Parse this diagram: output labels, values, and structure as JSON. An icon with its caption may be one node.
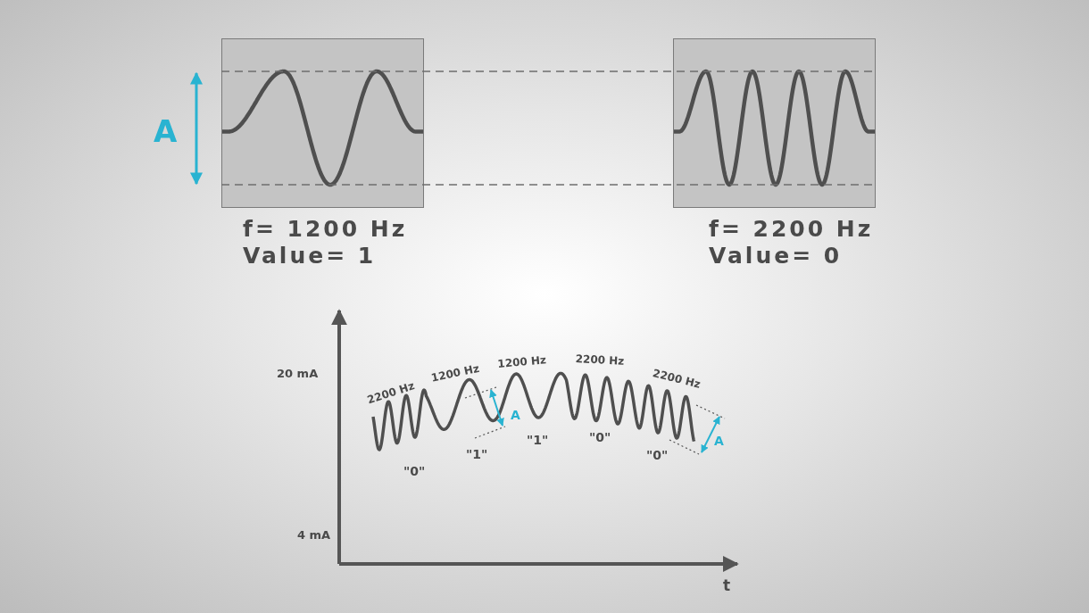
{
  "diagram": {
    "nodes": [
      {
        "text": [
          "f= 1200 Hz",
          "Value= 1"
        ]
      },
      {
        "text": [
          "f= 2200 Hz",
          "Value= 0"
        ]
      }
    ],
    "edges": [],
    "labels": [
      "A",
      "20 mA",
      "2200 Hz",
      "1200 Hz",
      "1200 Hz",
      "2200 Hz",
      "2200 Hz",
      "A",
      "A",
      "\"0\"",
      "\"1\"",
      "\"1\"",
      "\"0\"",
      "\"0\"",
      "4 mA",
      "t"
    ]
  }
}
